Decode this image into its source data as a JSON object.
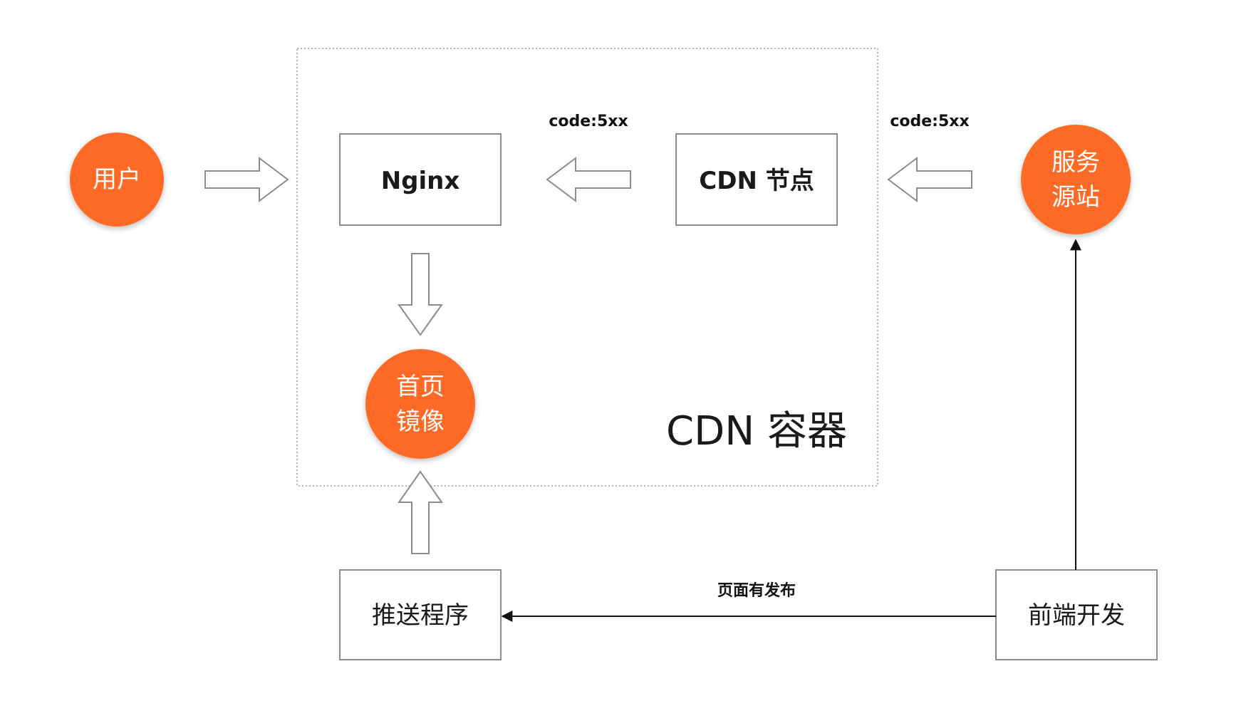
{
  "diagram": {
    "container": {
      "label": "CDN 容器"
    },
    "nodes": {
      "user": {
        "label": "用户"
      },
      "nginx": {
        "label": "Nginx"
      },
      "cdn_node": {
        "label": "CDN 节点"
      },
      "origin": {
        "line1": "服务",
        "line2": "源站"
      },
      "home_mirror": {
        "line1": "首页",
        "line2": "镜像"
      },
      "push_program": {
        "label": "推送程序"
      },
      "frontend_dev": {
        "label": "前端开发"
      }
    },
    "edges": {
      "cdn_to_nginx": {
        "label": "code:5xx"
      },
      "origin_to_cdn": {
        "label": "code:5xx"
      },
      "frontend_to_push": {
        "label": "页面有发布"
      }
    },
    "colors": {
      "circle_fill": "#ff6a26",
      "box_stroke": "#8c8c8c",
      "text": "#1a1a1a"
    }
  }
}
